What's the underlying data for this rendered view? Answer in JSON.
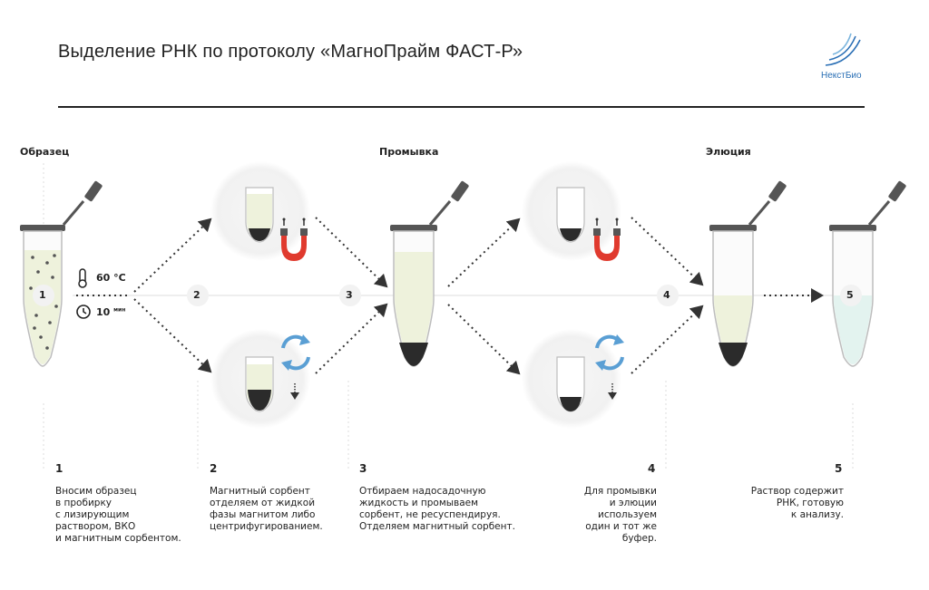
{
  "title": "Выделение РНК по протоколу «МагноПрайм ФАСТ-Р»",
  "logo": {
    "name": "НекстБио"
  },
  "stages": {
    "sample": "Образец",
    "wash": "Промывка",
    "elution": "Элюция"
  },
  "conditions": {
    "temp_value": "60",
    "temp_unit": "°C",
    "time_value": "10",
    "time_unit": "мин"
  },
  "steps": [
    {
      "num": "1",
      "text": "Вносим образец\nв пробирку\nс лизирующим\nраствором, ВКО\nи магнитным сорбентом."
    },
    {
      "num": "2",
      "text": "Магнитный сорбент\nотделяем от жидкой\nфазы магнитом либо\nцентрифугированием."
    },
    {
      "num": "3",
      "text": "Отбираем надосадочную\nжидкость и промываем\nсорбент, не ресуспендируя.\nОтделяем магнитный сорбент."
    },
    {
      "num": "4",
      "text": "Для промывки\nи элюции\nиспользуем\nодин и тот же\nбуфер."
    },
    {
      "num": "5",
      "text": "Раствор содержит\nРНК, готовую\nк анализу."
    }
  ],
  "colors": {
    "magnet_red": "#e03a2e",
    "arrow_blue": "#5a9fd4",
    "sorbent": "#2b2b2b",
    "liquid": "#eef2e0",
    "eluate": "#e6f4f0",
    "text": "#222222"
  }
}
